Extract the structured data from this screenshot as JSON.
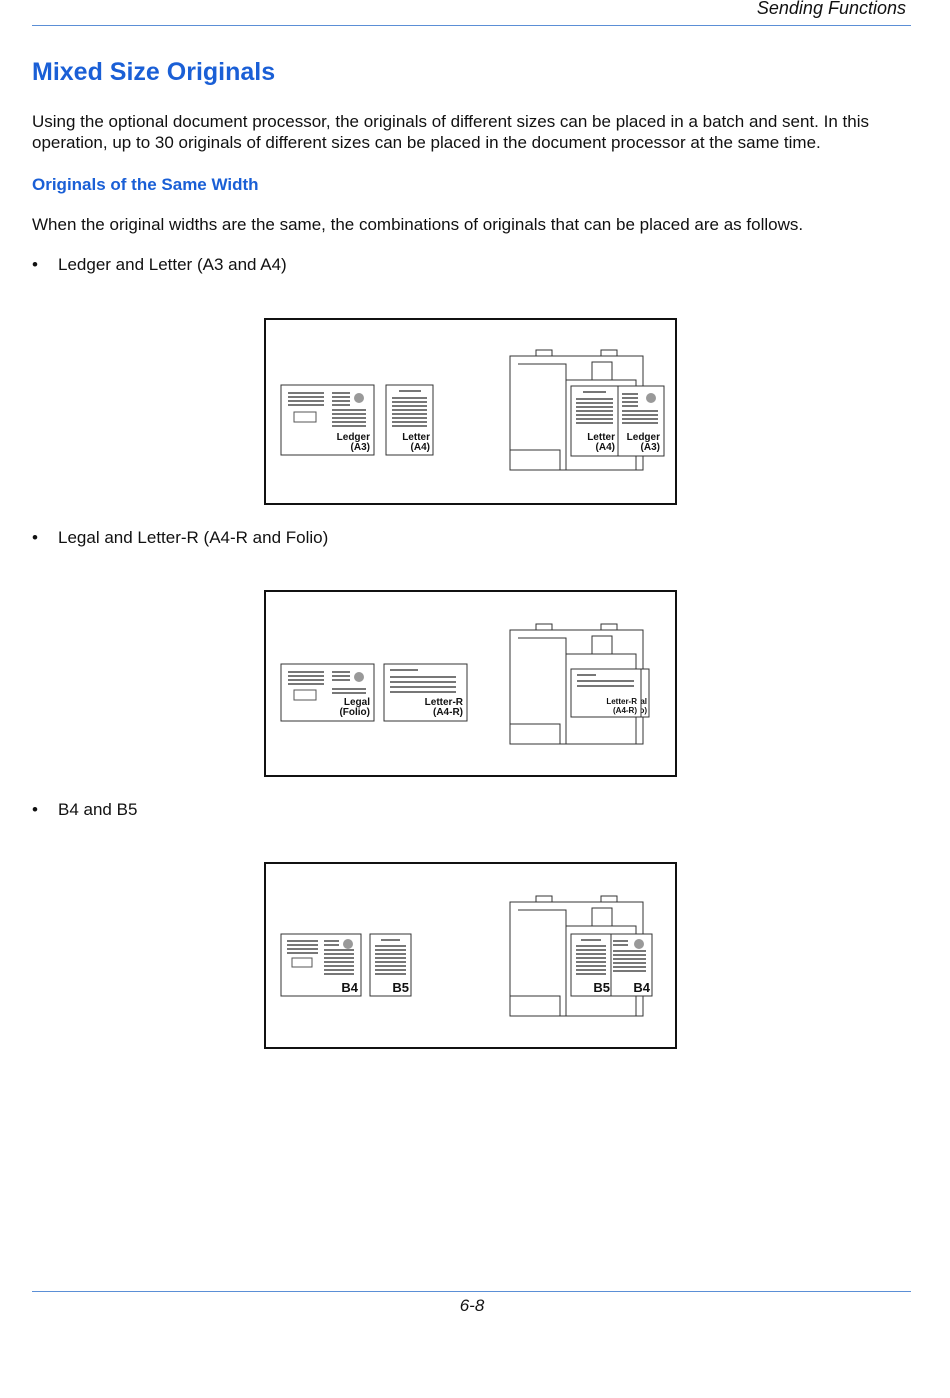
{
  "header": {
    "section": "Sending Functions"
  },
  "title": "Mixed Size Originals",
  "intro": "Using the optional document processor, the originals of different sizes can be placed in a batch and sent. In this operation, up to 30 originals of different sizes can be placed in the document processor at the same time.",
  "subheading": "Originals of the Same Width",
  "lead": "When the original widths are the same, the combinations of originals that can be placed are as follows.",
  "bullets": [
    {
      "text": "Ledger and Letter (A3 and A4)"
    },
    {
      "text": "Legal and Letter-R (A4-R and Folio)"
    },
    {
      "text": "B4 and B5"
    }
  ],
  "figures": [
    {
      "paper1": {
        "name": "Ledger",
        "alt": "(A3)"
      },
      "paper2": {
        "name": "Letter",
        "alt": "(A4)"
      },
      "processor_front": {
        "name": "Letter",
        "alt": "(A4)"
      },
      "processor_back": {
        "name": "Ledger",
        "alt": "(A3)"
      }
    },
    {
      "paper1": {
        "name": "Legal",
        "alt": "(Folio)"
      },
      "paper2": {
        "name": "Letter-R",
        "alt": "(A4-R)"
      },
      "processor_front": {
        "name": "Letter-R",
        "alt": "(A4-R)"
      },
      "processor_back_partial": {
        "name": "al",
        "alt": "o)"
      }
    },
    {
      "paper1": {
        "name": "B4"
      },
      "paper2": {
        "name": "B5"
      },
      "processor_front": {
        "name": "B5"
      },
      "processor_back": {
        "name": "B4"
      }
    }
  ],
  "footer": {
    "page": "6-8"
  }
}
